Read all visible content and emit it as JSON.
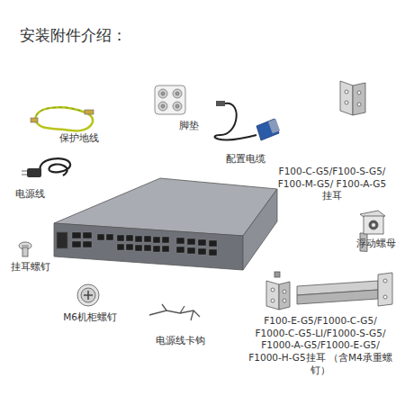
{
  "diagram": {
    "title": "安装附件介绍：",
    "labels": [
      "保护地线",
      "脚垫",
      "配置电缆",
      "F100-C-G5/F100-S-G5/ F100-M-G5/ F100-A-G5 挂耳",
      "电源线",
      "浮动螺母",
      "挂耳螺钉",
      "M6机柜螺钉",
      "电源线卡钩",
      "F100-E-G5/F1000-C-G5/ F1000-C-G5-LI/F1000-S-G5/ F1000-A-G5/F1000-E-G5/ F1000-H-G5挂耳 （含M4承重螺钉）"
    ]
  }
}
